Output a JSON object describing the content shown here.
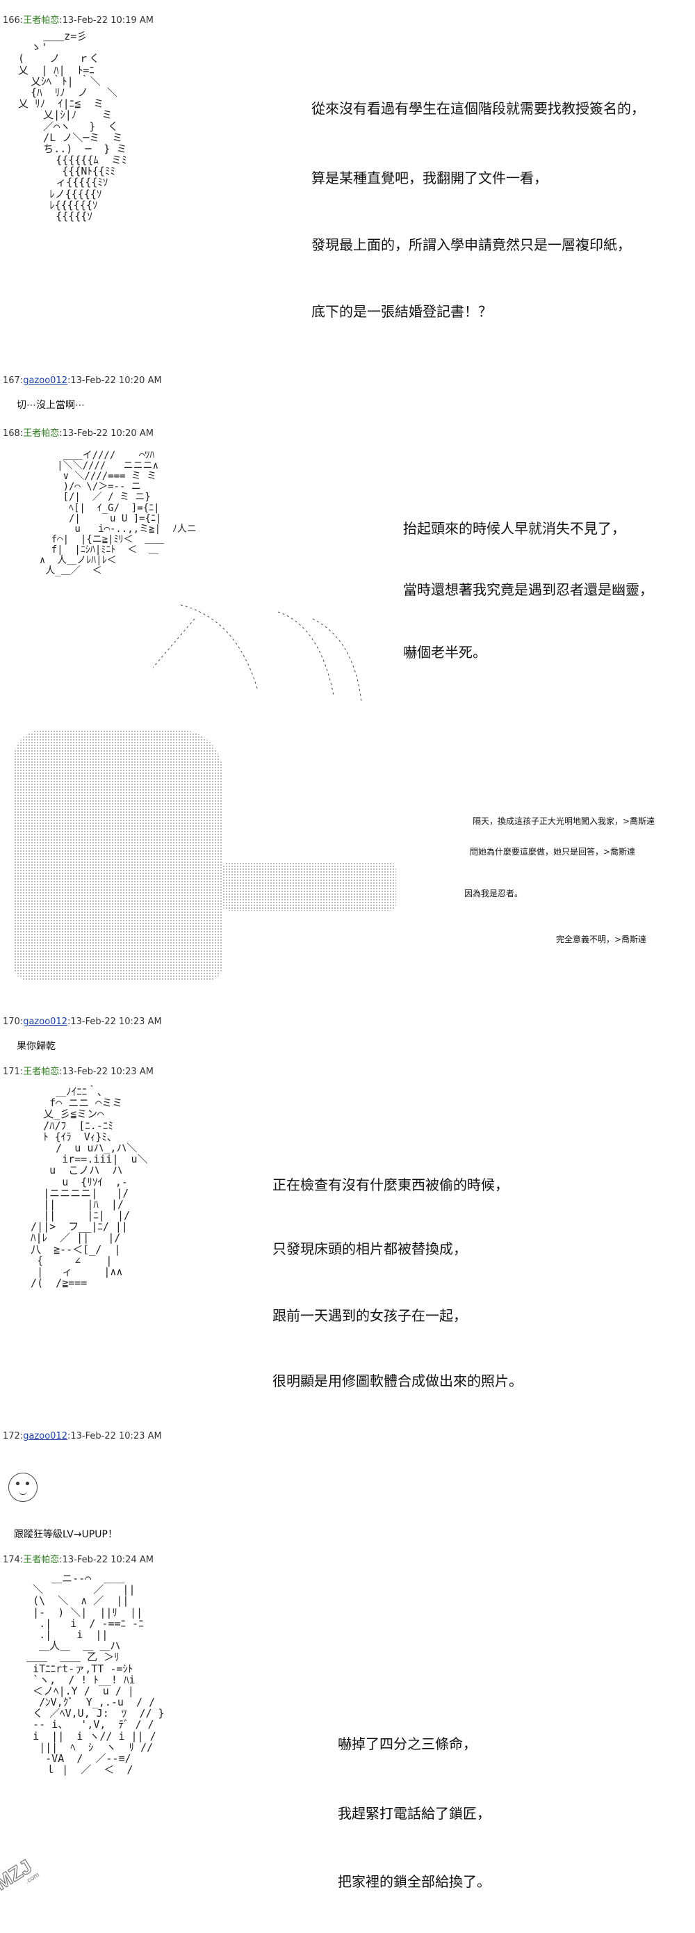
{
  "posts": [
    {
      "num": "166",
      "name": "王者帕恋",
      "date": "13-Feb-22 10:19 AM",
      "lines": [
        "從來沒有看過有學生在這個階段就需要找教授簽名的，",
        "算是某種直覺吧，我翻開了文件一看，",
        "發現最上面的，所謂入學申請竟然只是一層複印紙，",
        "底下的是一張結婚登記書！？"
      ]
    },
    {
      "num": "167",
      "name": "gazoo012",
      "date": "13-Feb-22 10:20 AM",
      "reply": "切⋯沒上當啊⋯"
    },
    {
      "num": "168",
      "name": "王者帕恋",
      "date": "13-Feb-22 10:20 AM",
      "lines": [
        "抬起頭來的時候人早就消失不見了，",
        "當時還想著我究竟是遇到忍者還是幽靈，",
        "嚇個老半死。"
      ],
      "side": [
        "隔天，換成這孩子正大光明地闖入我家，>喬斯達",
        "問她為什麼要這麼做，她只是回答，>喬斯達",
        "因為我是忍者。",
        "完全意義不明，>喬斯達"
      ]
    },
    {
      "num": "170",
      "name": "gazoo012",
      "date": "13-Feb-22 10:23 AM",
      "reply": "果你歸乾"
    },
    {
      "num": "171",
      "name": "王者帕恋",
      "date": "13-Feb-22 10:23 AM",
      "lines": [
        "正在檢查有沒有什麼東西被偷的時候，",
        "只發現床頭的相片都被替換成，",
        "跟前一天遇到的女孩子在一起，",
        "很明顯是用修圖軟體合成做出來的照片。"
      ]
    },
    {
      "num": "172",
      "name": "gazoo012",
      "date": "13-Feb-22 10:23 AM",
      "reply": "跟蹤狂等級LV→UPUP！"
    },
    {
      "num": "174",
      "name": "王者帕恋",
      "date": "13-Feb-22 10:24 AM",
      "lines": [
        "嚇掉了四分之三條命，",
        "我趕緊打電話給了鎖匠，",
        "把家裡的鎖全部給換了。"
      ]
    }
  ],
  "ascii": {
    "a166": "      ＿＿z=彡\n    ゝ'\n  (    ノ   ｒく\n  乂  | ﾊ|  ﾄ=ﾆ\n    乂ｼﾍ｀ﾄ| ｀＼\n    {ﾊ  ﾘﾉ  ノ   ＼\n  乂 ﾘﾉ  ｲ|ﾆ≦  ミ\n      乂|ｼ|ﾉ    ミ\n      ／⌒ヽ   }  く\n      /L ノ＼─ミ  ミ\n      ち..)  ─  } ミ\n        {{{{{{ﾑ  ミﾐ\n         {{{Nﾄ{{ﾐﾐ\n        ィ{{{{{ﾐｿ\n       ﾚノ{{{{{ｿ\n       ﾚ{{{{{{ｿ\n        {{{{{ｿ",
    "a168": "      ＿＿イ////    ⌒ﾂﾊ\n     |＼＼////   ニニニ∧\n      ∨ ＼////=== ミ ミ\n      )/⌒ \\/＞=-- ニ\n      [/|  ／ / ミ ニ}\n       ﾍ[|  ｲ_G/  ]={ﾆ|\n       /|     u U ]={ﾆ|\n        u   i⌒‐..,,ミ≧|  ﾉ人ニ\n    f⌒|  |{ニ≧|ﾐﾘ＜  ＿＿\n    f|  |ﾆｼﾊ|ﾐﾆﾄ  ＜  ＿\n  ∧  人＿ノﾚﾊ|ﾚ＜\n   人_＿／  ＜",
    "a171": "      ＿ﾉｲﾆﾆ｀､\n     f⌒ ニニ ⌒ミミ\n    乂_彡≦ミン⌒\n    /ﾊ/ﾌ  [ﾆ.-ﾆﾐ\n    ﾄ {ｲﾗ  Vｨ}ﾐ、\n      /  u uハ_,ハ＼\n       ir==.iii|  u＼\n     u  こノハ  ハ\n       u  {ﾘｿｲ  ,-\n    |ニニニニ|   |/\n    ||     |ﾊ  |/\n    ||     |ﾆ|  |/\n  /||>  フ__|ﾆ/ ||\n  ﾊ|ﾚ  ／ ||   |/\n  八  ≧--＜[_/  |\n   {     ∠    |\n   |   ィ     |∧∧\n  /(  /≧===",
    "a174": "      ＿ニ-‐⌒  ＿＿\n   ＼        ／   ||\n   (\\  ＼  ∧ ／  ||\n   |-  ) ＼|  ||ﾘ  ||\n    .|   i  / ‐==ﾆ ‐ﾆ\n    .|    i  ||\n    ＿人＿  ＿ ＿ハ\n  ＿＿  ＿＿ 乙 ＞ﾘ\n   iTﾆﾆrt-ァ,TT ‐=ｼﾄ\n   `ヽ,  / ! ﾄ__! ﾊi\n   ＜ノﾍ|.Y /  u / |\n    /ﾝV,ｸﾞ  Y_,.-u  / /\n   く ／ﾍV,U, J:  ﾂ  // }\n   -‐ i、  ',V,  ﾃﾞ / /\n   i  ||  i ヽ// i || /\n    |||  ﾍ  ｼ  ヽ  ﾘ //\n     -VA  /  ／--≡/\n     ｌ |  ／  ＜  /"
  },
  "watermark": "DMZJ.com"
}
